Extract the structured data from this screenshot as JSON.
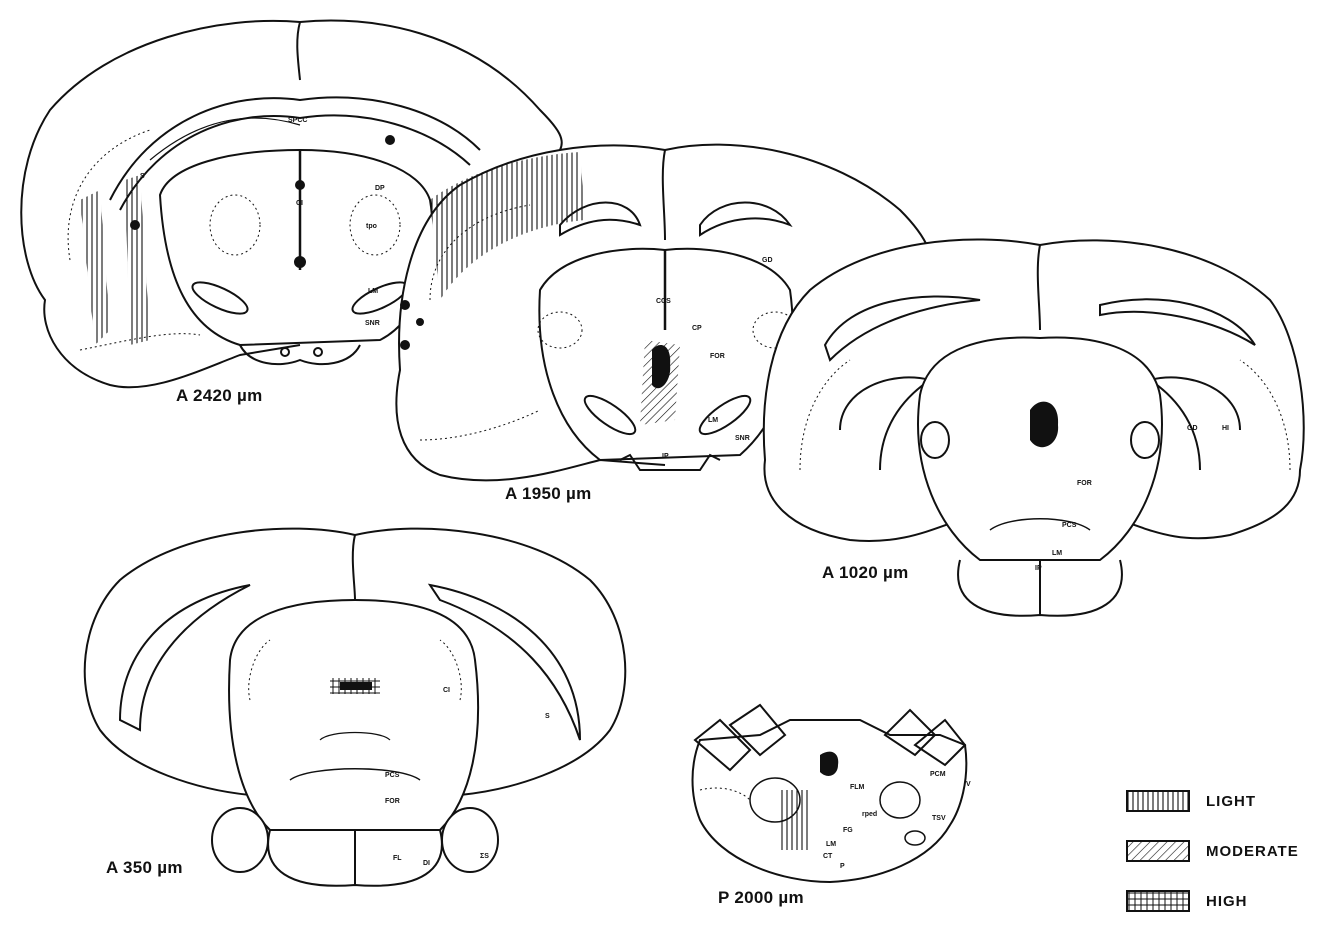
{
  "sections": [
    {
      "id": "s2420",
      "label": "A 2420 µm"
    },
    {
      "id": "s1950",
      "label": "A 1950 µm"
    },
    {
      "id": "s1020",
      "label": "A 1020 µm"
    },
    {
      "id": "s350",
      "label": "A 350 µm"
    },
    {
      "id": "sp2000",
      "label": "P 2000 µm"
    }
  ],
  "abbreviations": {
    "s2420": [
      "SPCC",
      "CI",
      "tpo",
      "LM",
      "SNR",
      "S",
      "DP"
    ],
    "s1950": [
      "CCS",
      "CP",
      "FOR",
      "LM",
      "SNR",
      "IP",
      "GD"
    ],
    "s1020": [
      "FOR",
      "PCS",
      "LM",
      "IP",
      "GD",
      "HI"
    ],
    "s350": [
      "CI",
      "PCS",
      "FOR",
      "FL",
      "DI",
      "S",
      "ΣS"
    ],
    "sp2000": [
      "FLM",
      "TSV",
      "PCM",
      "V",
      "CT",
      "P",
      "LM",
      "FG",
      "rped"
    ]
  },
  "legend": [
    {
      "pattern": "vertical",
      "label": "LIGHT"
    },
    {
      "pattern": "diagonal",
      "label": "MODERATE"
    },
    {
      "pattern": "grid",
      "label": "HIGH"
    }
  ],
  "colors": {
    "ink": "#111111",
    "paper": "#ffffff"
  }
}
